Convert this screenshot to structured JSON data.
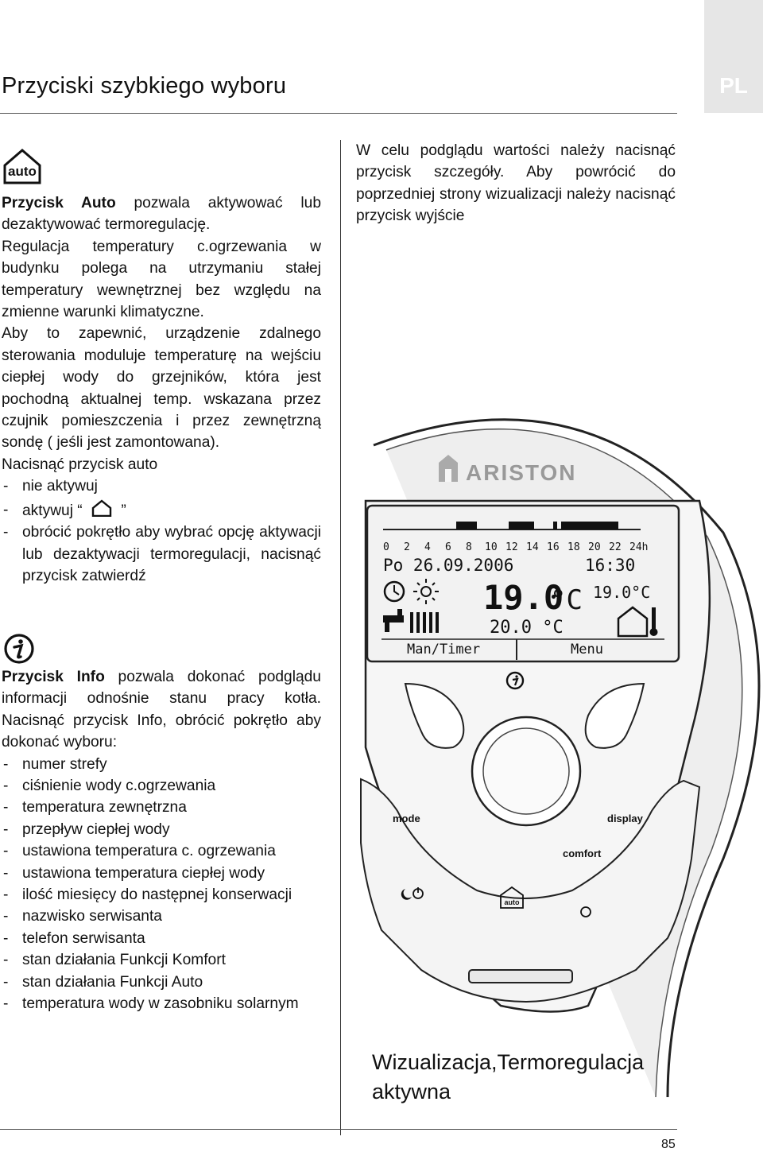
{
  "header": {
    "title": "Przyciski  szybkiego wyboru",
    "lang_tab": "PL"
  },
  "auto_section": {
    "icon": "auto-house-icon",
    "icon_label": "auto",
    "lead_bold": "Przycisk Auto",
    "lead_rest": " pozwala aktywować lub dezaktywować termoregulację.",
    "paragraphs": [
      "Regulacja  temperatury c.ogrzewania w budynku polega na utrzymaniu stałej temperatury wewnętrznej bez względu na zmienne  warunki klimatyczne.",
      "Aby to zapewnić,  urządzenie zdalnego sterowania   moduluje temperaturę na wejściu    ciepłej wody do grzejników, która jest pochodną aktualnej temp. wskazana przez czujnik pomieszczenia i przez  zewnętrzną sondę ( jeśli jest zamontowana).",
      "Nacisnąć przycisk auto"
    ],
    "options": [
      "nie aktywuj",
      "aktywuj “",
      "obrócić pokrętło aby wybrać opcję aktywacji lub dezaktywacji  termoregulacji, nacisnąć przycisk zatwierdź"
    ],
    "inline_icon": "house-outline-icon",
    "inline_close": " ”"
  },
  "info_section": {
    "icon": "info-icon",
    "lead_bold": "Przycisk   Info",
    "lead_rest": " pozwala   dokonać podglądu  informacji  odnośnie  stanu pracy  kotła.  Nacisnąć  przycisk  Info, obrócić pokrętło aby dokonać wyboru:",
    "items": [
      "numer strefy",
      "ciśnienie wody c.ogrzewania",
      "temperatura zewnętrzna",
      "przepływ ciepłej wody",
      "ustawiona  temperatura c. ogrzewania",
      "ustawiona temperatura  ciepłej wody",
      "ilość miesięcy do następnej konserwacji",
      "nazwisko serwisanta",
      "telefon serwisanta",
      "stan działania Funkcji Komfort",
      "stan  działania Funkcji Auto",
      "temperatura wody w zasobniku solarnym"
    ]
  },
  "right_text": "W   celu   podglądu   wartości   należy nacisnąć     przycisk  szczegóły.  Aby powrócić do poprzedniej strony wizualizacji należy nacisnąć przycisk wyjście",
  "device": {
    "brand": "ARISTON",
    "hours": [
      "0",
      "2",
      "4",
      "6",
      "8",
      "10",
      "12",
      "14",
      "16",
      "18",
      "20",
      "22",
      "24h"
    ],
    "date": "Po 26.09.2006",
    "time": "16:30",
    "main_temp": "19.0",
    "main_unit": "°C",
    "set_temp": "19.0°C",
    "water_temp": "20.0 °C",
    "softkey_left": "Man/Timer",
    "softkey_right": "Menu",
    "btn_mode": "mode",
    "btn_display": "display",
    "btn_comfort": "comfort",
    "btn_auto": "auto",
    "icons": [
      "clock-icon",
      "sun-icon",
      "tap-icon",
      "radiator-icon",
      "house-icon",
      "thermometer-icon",
      "info-icon",
      "moon-icon",
      "power-icon"
    ]
  },
  "caption": "Wizualizacja,Termoregulacja aktywna",
  "page_number": "85"
}
